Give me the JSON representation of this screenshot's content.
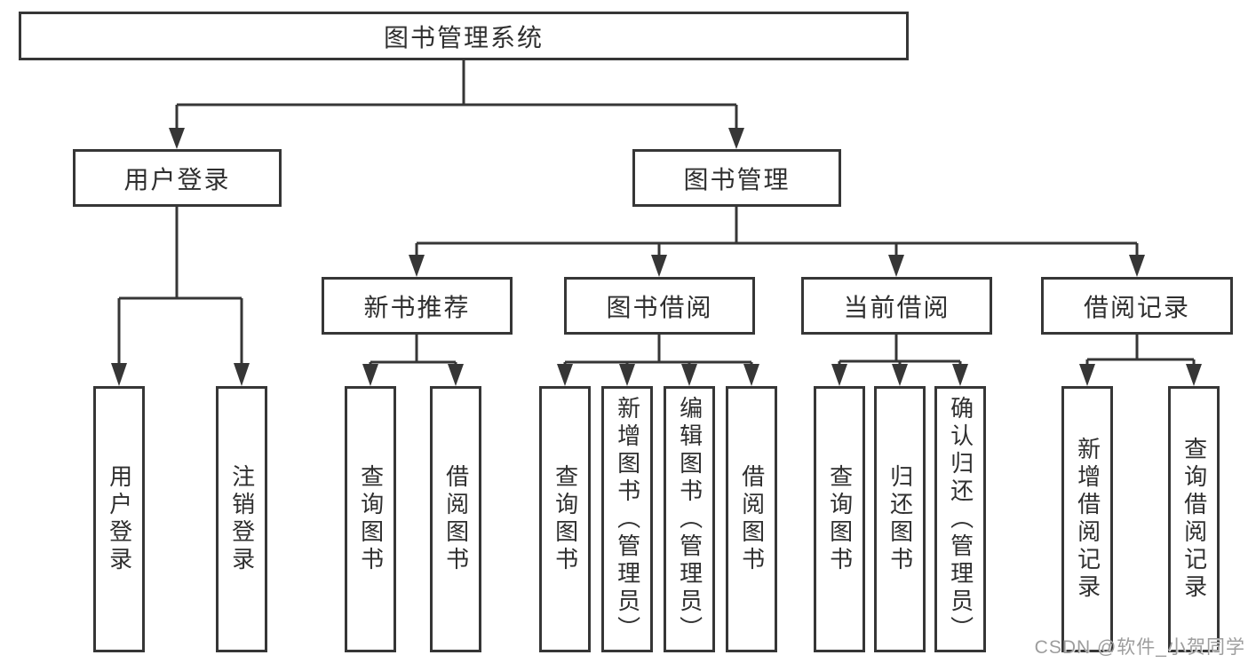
{
  "tree": {
    "root": "图书管理系统",
    "branches": [
      {
        "label": "用户登录",
        "children": [
          "用户登录",
          "注销登录"
        ]
      },
      {
        "label": "图书管理",
        "sections": [
          {
            "label": "新书推荐",
            "children": [
              "查询图书",
              "借阅图书"
            ]
          },
          {
            "label": "图书借阅",
            "children": [
              "查询图书",
              "新增图书（管理员）",
              "编辑图书（管理员）",
              "借阅图书"
            ]
          },
          {
            "label": "当前借阅",
            "children": [
              "查询图书",
              "归还图书",
              "确认归还（管理员）"
            ]
          },
          {
            "label": "借阅记录",
            "children": [
              "新增借阅记录",
              "查询借阅记录"
            ]
          }
        ]
      }
    ]
  },
  "watermark": "CSDN @软件_小贺同学",
  "colors": {
    "line": "#363636",
    "text": "#2f2f2f",
    "watermark": "#9d9d9d",
    "background": "#ffffff"
  }
}
